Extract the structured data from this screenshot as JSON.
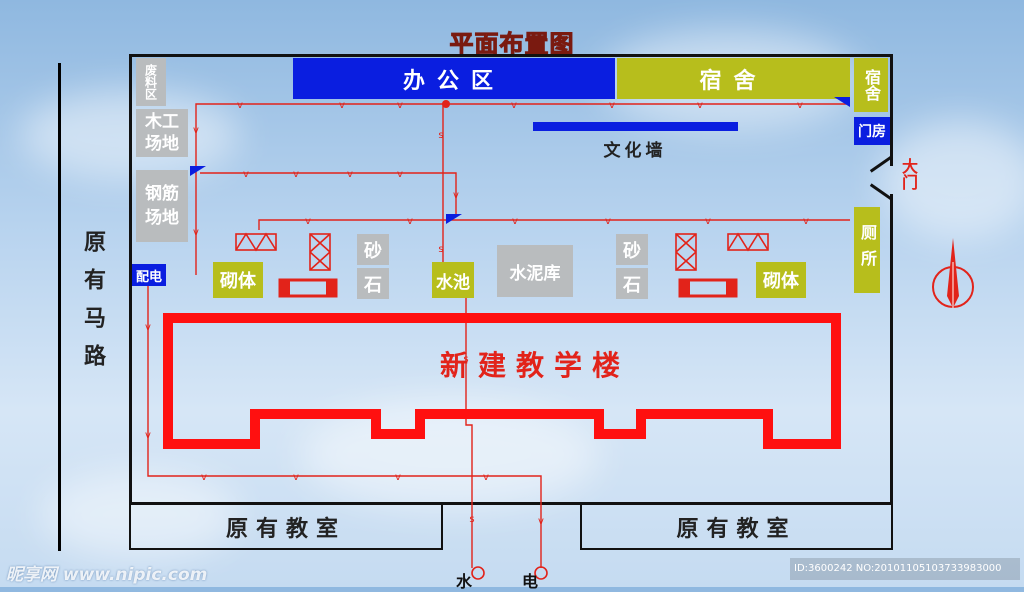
{
  "title": "平面布置图",
  "road": "原有马路",
  "zones": {
    "waste": "废料区",
    "office": "办公区",
    "dorm": "宿舍",
    "dorm_side": "宿舍",
    "gatehouse": "门房",
    "carpentry": "木工场地",
    "rebar": "钢筋场地",
    "power": "配电",
    "masonry_left": "砌体",
    "masonry_right": "砌体",
    "sand_left": "砂",
    "stone_left": "石",
    "sand_right": "砂",
    "stone_right": "石",
    "pool": "水池",
    "cement": "水泥库",
    "toilet": "厕所",
    "culture_wall": "文化墙",
    "gate": "大门"
  },
  "building": "新建教学楼",
  "classrooms": [
    "原有教室",
    "原有教室"
  ],
  "utilities": {
    "water": "水",
    "power": "电"
  },
  "line_marks": {
    "power": "v",
    "water": "s"
  },
  "colors": {
    "power_line": "#e2231a",
    "water_line": "#e2231a",
    "building": "#ff1010",
    "title": "#e8231a"
  },
  "watermark": {
    "left": "昵享网 www.nipic.com",
    "right": "ID:3600242 NO:20101105103733983000"
  }
}
